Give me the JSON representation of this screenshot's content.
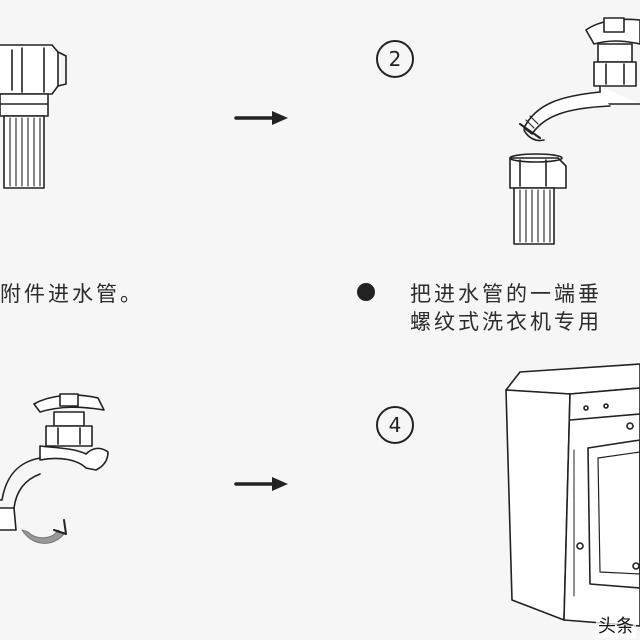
{
  "steps": {
    "two": {
      "number": "2"
    },
    "four": {
      "number": "4"
    }
  },
  "captions": {
    "left_line1": "附件进水管。",
    "right_line1": "把进水管的一端垂",
    "right_line2": "螺纹式洗衣机专用"
  },
  "watermark": "头条",
  "icons": {
    "arrows": [
      "arrow-right-icon",
      "arrow-right-icon"
    ],
    "bullet": "bullet-dot-icon",
    "rotate": "rotate-arrow-icon"
  }
}
